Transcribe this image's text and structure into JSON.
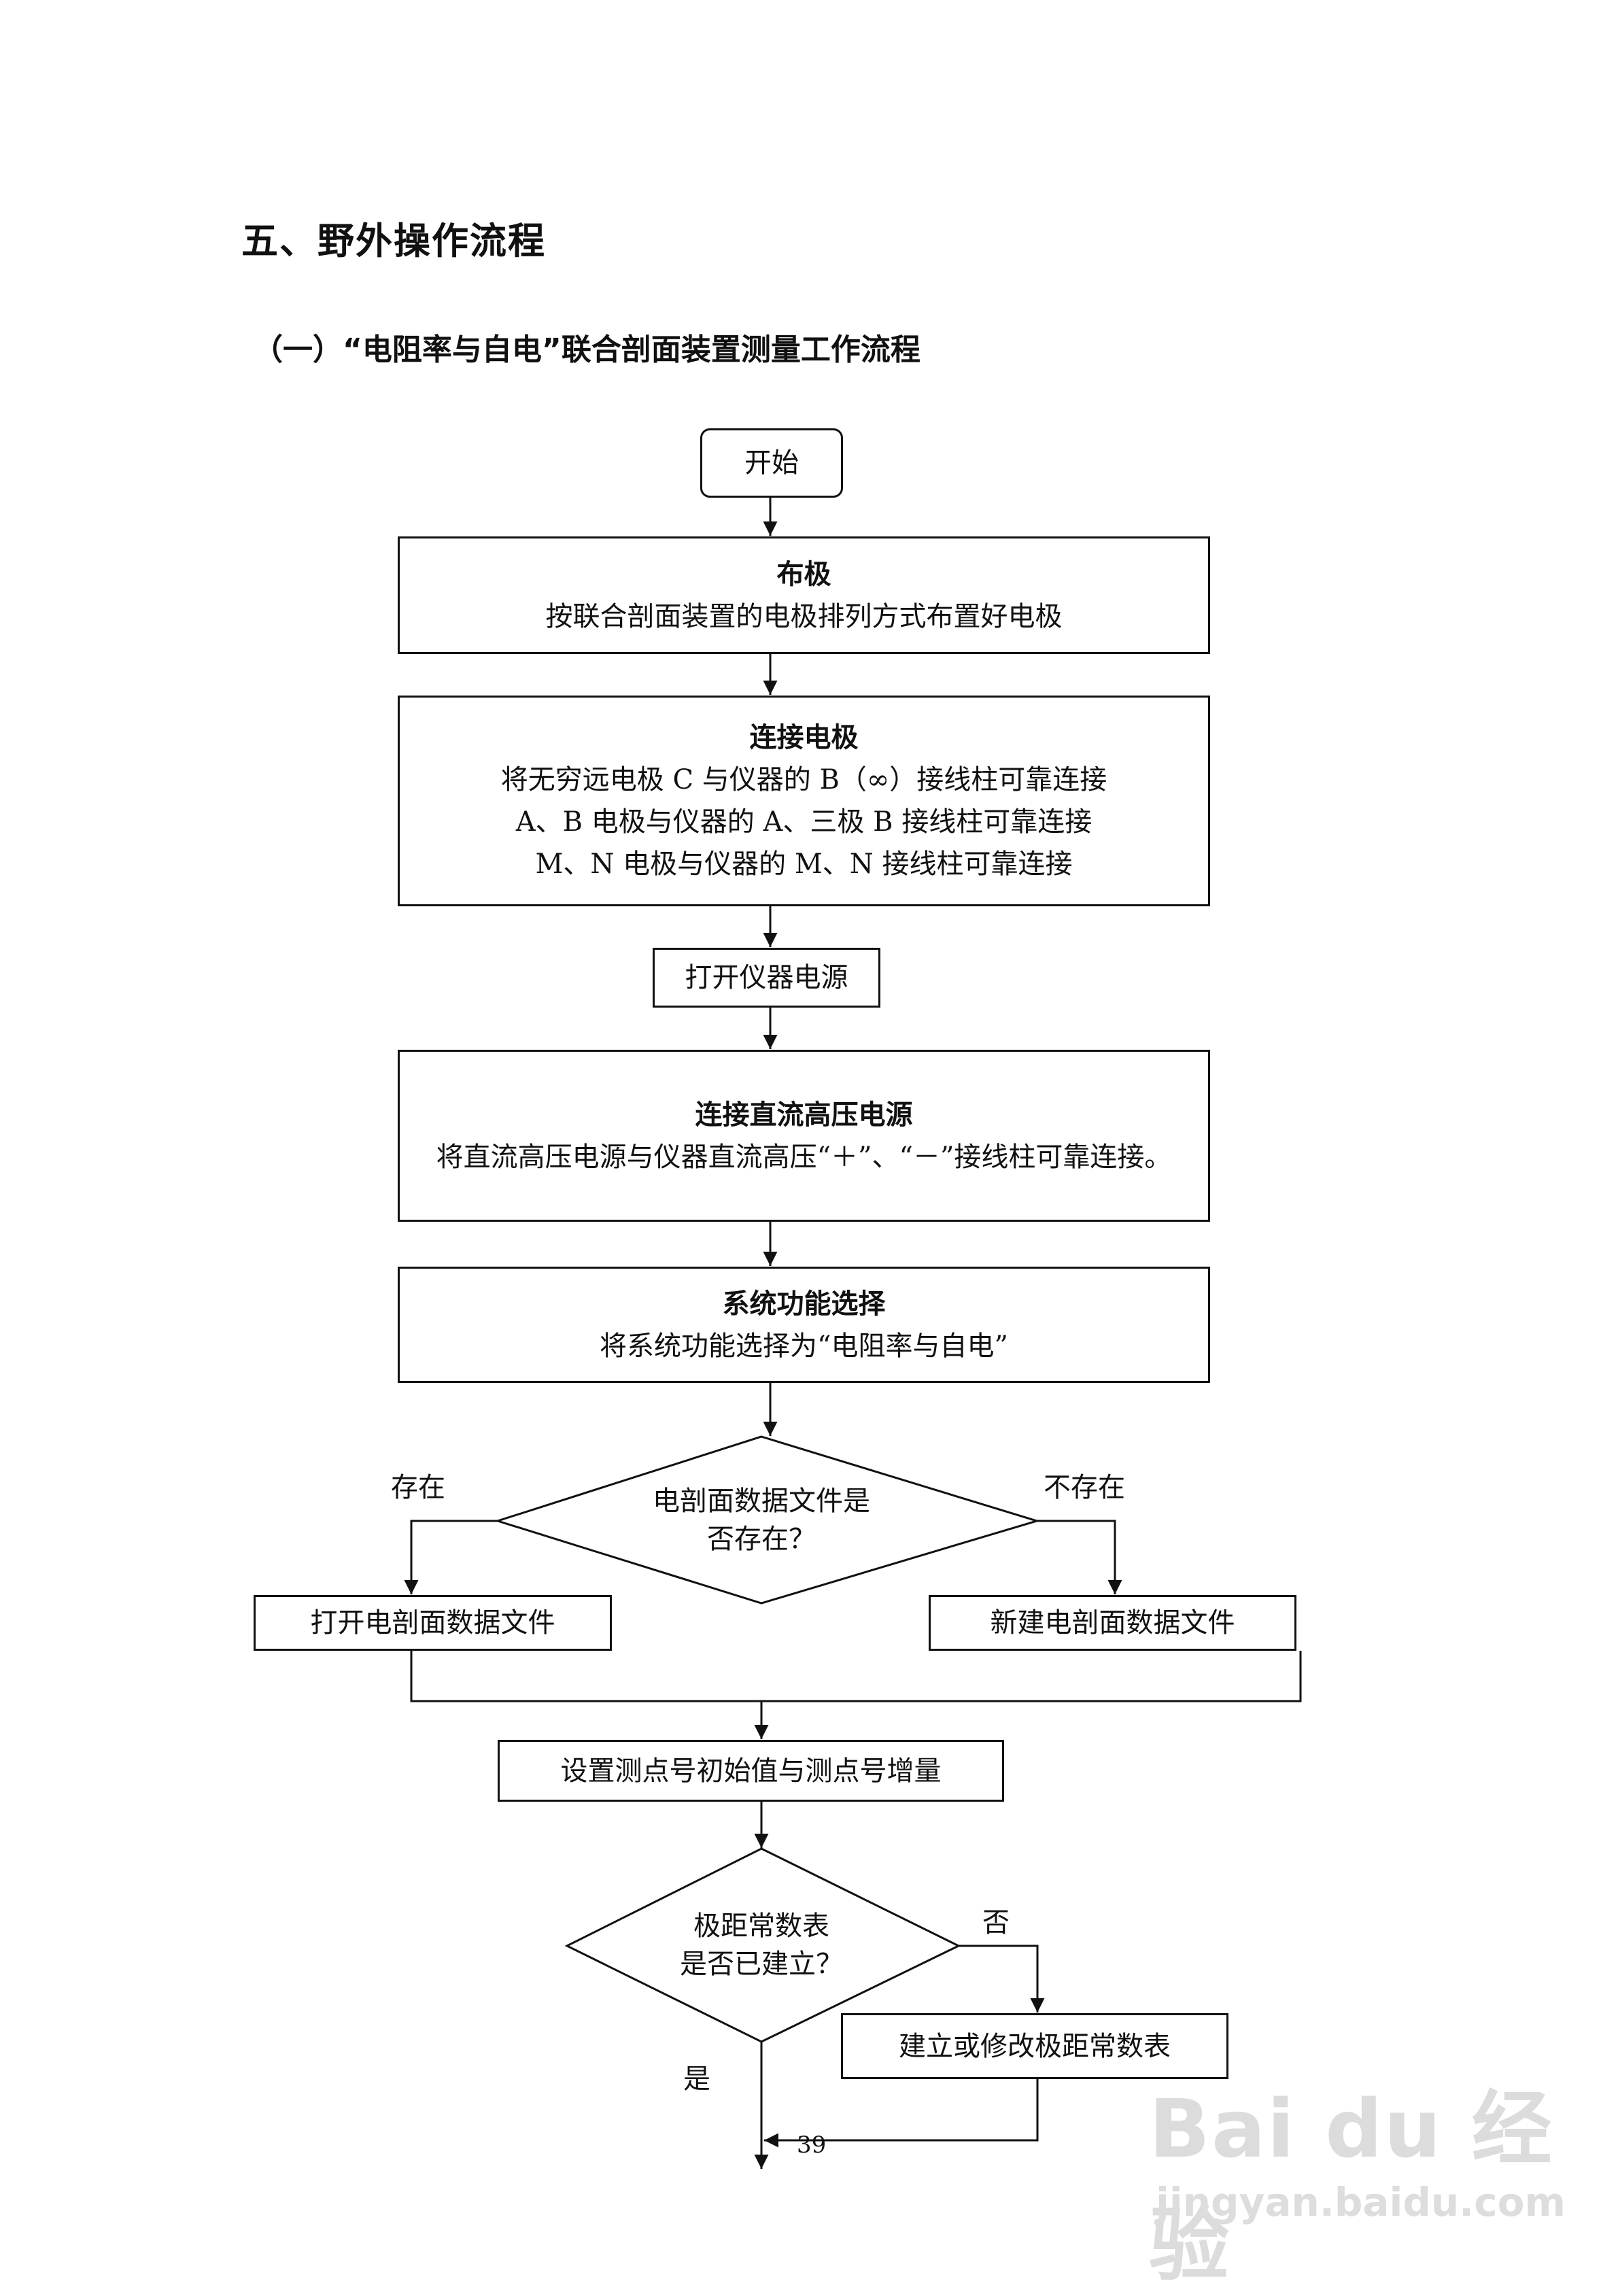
{
  "section_title": "五、野外操作流程",
  "subsection_title": "（一）“电阻率与自电”联合剖面装置测量工作流程",
  "nodes": {
    "start": "开始",
    "layout": {
      "title": "布极",
      "lines": [
        "按联合剖面装置的电极排列方式布置好电极"
      ]
    },
    "connect": {
      "title": "连接电极",
      "lines": [
        "将无穷远电极 C 与仪器的 B（∞）接线柱可靠连接",
        "A、B 电极与仪器的 A、三极 B 接线柱可靠连接",
        "M、N 电极与仪器的 M、N 接线柱可靠连接"
      ]
    },
    "power_on": "打开仪器电源",
    "hv": {
      "title": "连接直流高压电源",
      "lines": [
        "将直流高压电源与仪器直流高压“＋”、“－”接线柱可靠连接。"
      ]
    },
    "func": {
      "title": "系统功能选择",
      "lines": [
        "将系统功能选择为“电阻率与自电”"
      ]
    },
    "decision1": [
      "电剖面数据文件是",
      "否存在？"
    ],
    "open_file": "打开电剖面数据文件",
    "new_file": "新建电剖面数据文件",
    "set_point": "设置测点号初始值与测点号增量",
    "decision2": [
      "极距常数表",
      "是否已建立？"
    ],
    "build_table": "建立或修改极距常数表"
  },
  "labels": {
    "exists": "存在",
    "not_exists": "不存在",
    "no": "否",
    "yes": "是"
  },
  "page_number": "39",
  "watermark": {
    "brand": "Bai du 经验",
    "url": "jingyan.baidu.com"
  }
}
